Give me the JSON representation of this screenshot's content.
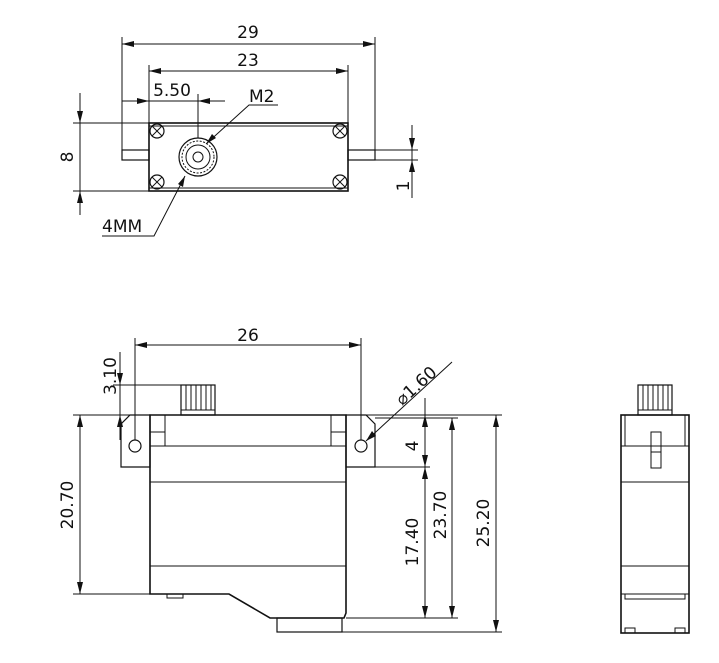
{
  "top_view": {
    "dim_overall_width": "29",
    "dim_mount_spacing": "23",
    "dim_shaft_offset": "5.50",
    "dim_thread": "M2",
    "dim_height": "8",
    "dim_tab_thickness": "1",
    "dim_spline": "4MM"
  },
  "front_view": {
    "dim_mount_spacing": "26",
    "dim_spline_height": "3.10",
    "dim_hole_diameter": "⌀1.60",
    "dim_hole_offset": "4",
    "dim_body_height": "20.70",
    "dim_tab_height": "17.40",
    "dim_case_height": "23.70",
    "dim_total_height": "25.20"
  }
}
